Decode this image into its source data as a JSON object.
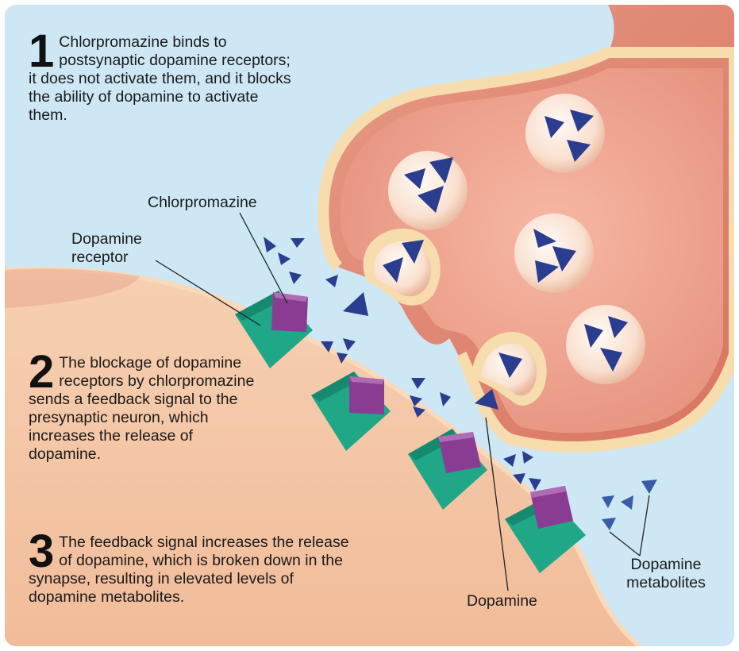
{
  "steps": [
    {
      "number": "1",
      "text": "Chlorpromazine binds to postsynaptic dopamine receptors; it does not activate them, and it blocks the ability of dopamine to activate them."
    },
    {
      "number": "2",
      "text": "The blockage of dopamine receptors by chlorpromazine sends a feedback signal to the presynaptic neuron, which increases the release of dopamine."
    },
    {
      "number": "3",
      "text": "The feedback signal increases the release of dopamine, which is broken down in the synapse, resulting in elevated levels of dopamine metabolites."
    }
  ],
  "labels": {
    "chlorpromazine": "Chlorpromazine",
    "dopamine_receptor": "Dopamine receptor",
    "dopamine": "Dopamine",
    "dopamine_metabolites": "Dopamine metabolites"
  },
  "colors": {
    "synapse_fluid": "#cde8f4",
    "presynaptic_neuron": "#e79a86",
    "postsynaptic_neuron": "#f4c9a6",
    "neuron_membrane": "#f7dcae",
    "vesicle": "#fbe5d6",
    "dopamine": "#2b3d8f",
    "receptor": "#1fa788",
    "chlorpromazine": "#8a3c93"
  }
}
